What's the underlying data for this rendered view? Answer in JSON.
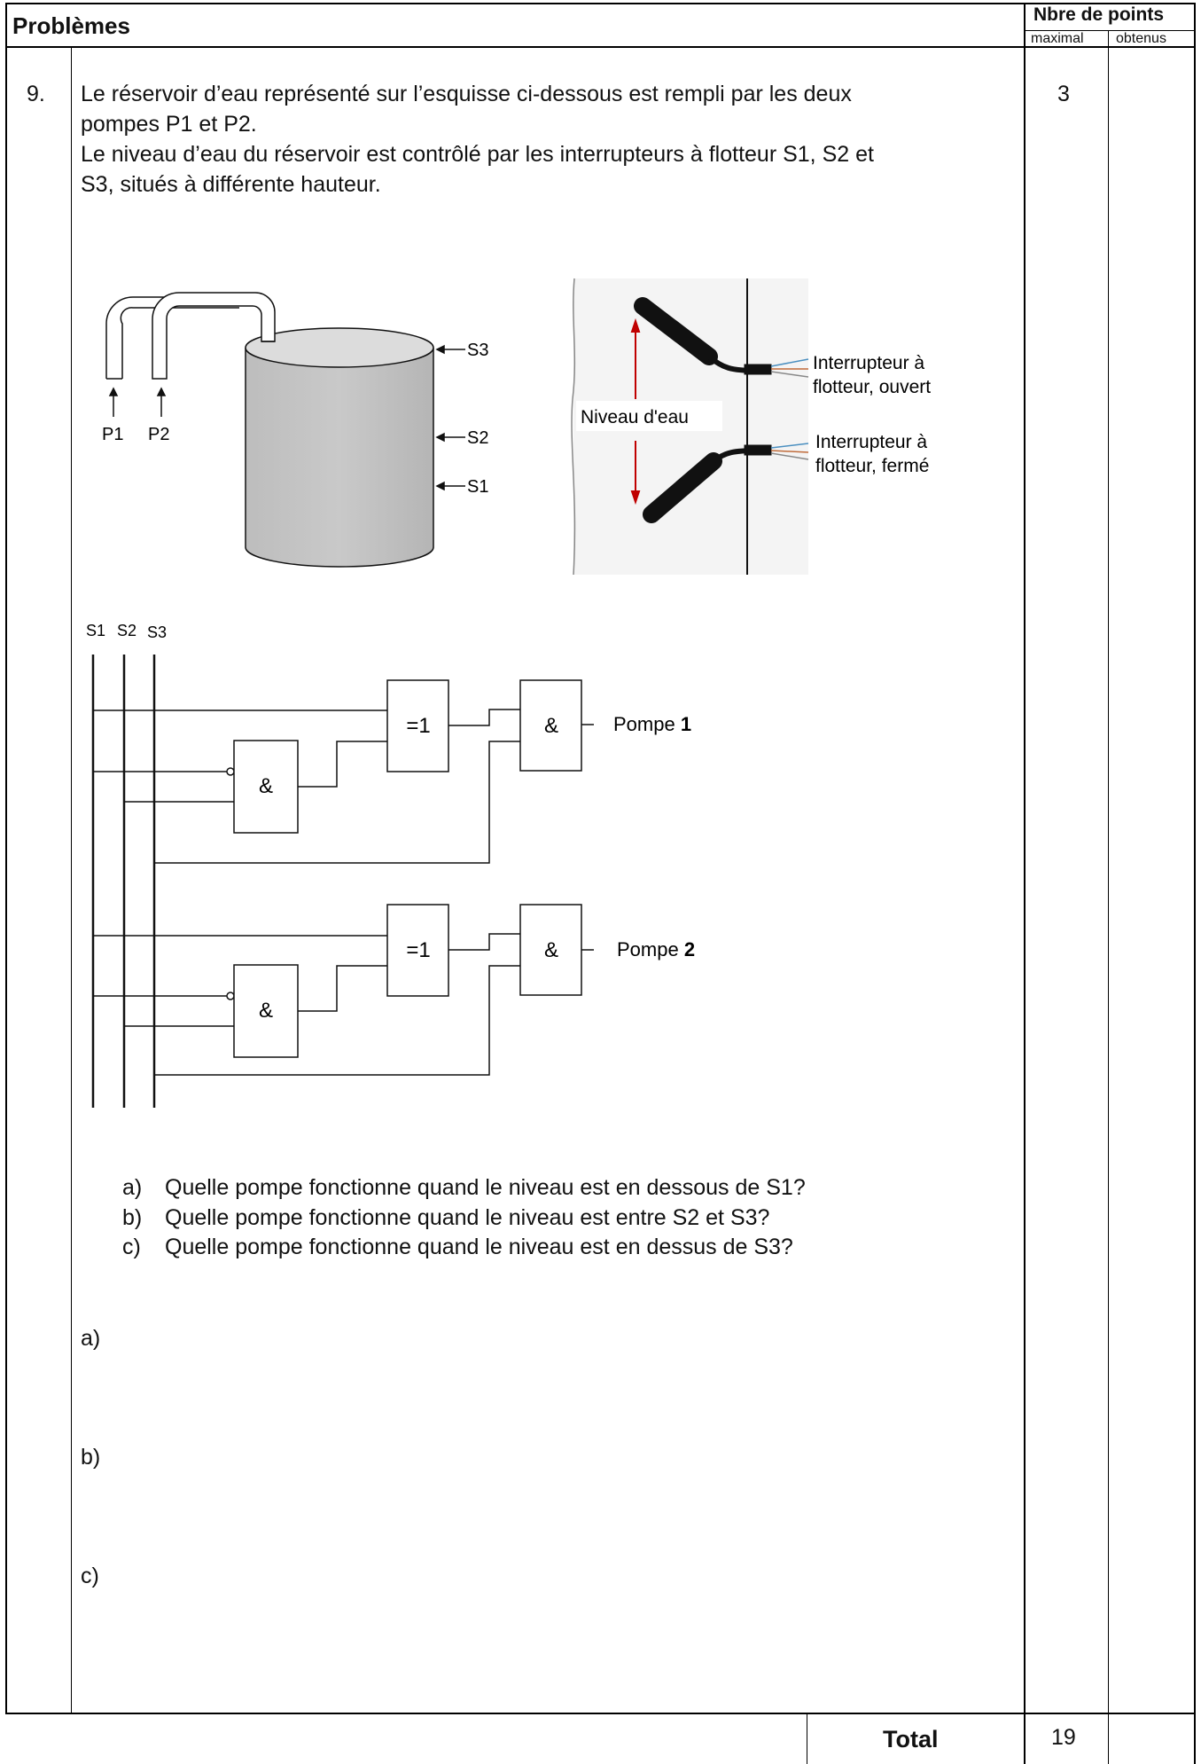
{
  "header": {
    "title": "Problèmes",
    "points_heading": "Nbre de points",
    "col_max": "maximal",
    "col_obtained": "obtenus"
  },
  "problem": {
    "number": "9.",
    "max_points": "3",
    "intro_line1": "Le réservoir d’eau représenté sur l’esquisse ci-dessous est rempli par les deux",
    "intro_line2": "pompes P1 et P2.",
    "intro_line3": "Le niveau d’eau du réservoir est contrôlé par les interrupteurs à flotteur S1, S2 et",
    "intro_line4": "S3, situés à différente hauteur."
  },
  "tank_figure": {
    "p1": "P1",
    "p2": "P2",
    "s1": "S1",
    "s2": "S2",
    "s3": "S3"
  },
  "float_figure": {
    "water_level": "Niveau d'eau",
    "open_line1": "Interrupteur à",
    "open_line2": "flotteur,  ouvert",
    "closed_line1": "Interrupteur à",
    "closed_line2": "flotteur,  fermé"
  },
  "logic_figure": {
    "bus_labels": [
      "S1",
      "S2",
      "S3"
    ],
    "and_symbol": "&",
    "xor_symbol": "=1",
    "pump1_word": "Pompe",
    "pump1_num": "1",
    "pump2_word": "Pompe",
    "pump2_num": "2"
  },
  "questions": [
    {
      "letter": "a)",
      "text": "Quelle pompe fonctionne quand le niveau est en dessous de S1?"
    },
    {
      "letter": "b)",
      "text": "Quelle pompe fonctionne quand le niveau est entre S2 et S3?"
    },
    {
      "letter": "c)",
      "text": "Quelle pompe fonctionne quand le niveau est en dessus de S3?"
    }
  ],
  "answers": [
    "a)",
    "b)",
    "c)"
  ],
  "footer": {
    "total_label": "Total",
    "total_value": "19"
  }
}
